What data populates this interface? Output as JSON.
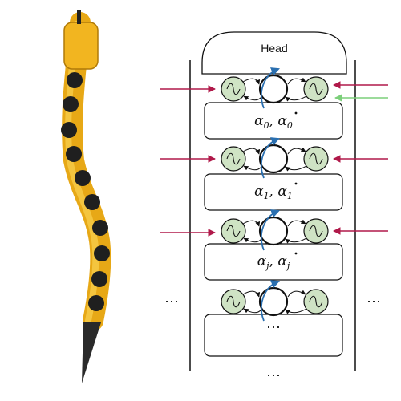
{
  "head_label": "Head",
  "module_labels": [
    {
      "sym": "α",
      "sub": "0",
      "sep": ", "
    },
    {
      "sym": "α",
      "sub": "1",
      "sep": ", "
    },
    {
      "sym": "α",
      "sub": "j",
      "sep": ", "
    }
  ],
  "ellipsis": "⋯",
  "colors": {
    "robot_body": "#f2b520",
    "robot_dark": "#1f1f1f",
    "oscillator_fill": "#cfe3c4",
    "input_arrow": "#b0194a",
    "feedback_arrow": "#7ccf7a",
    "coupling_arrow": "#2a6fb0"
  }
}
